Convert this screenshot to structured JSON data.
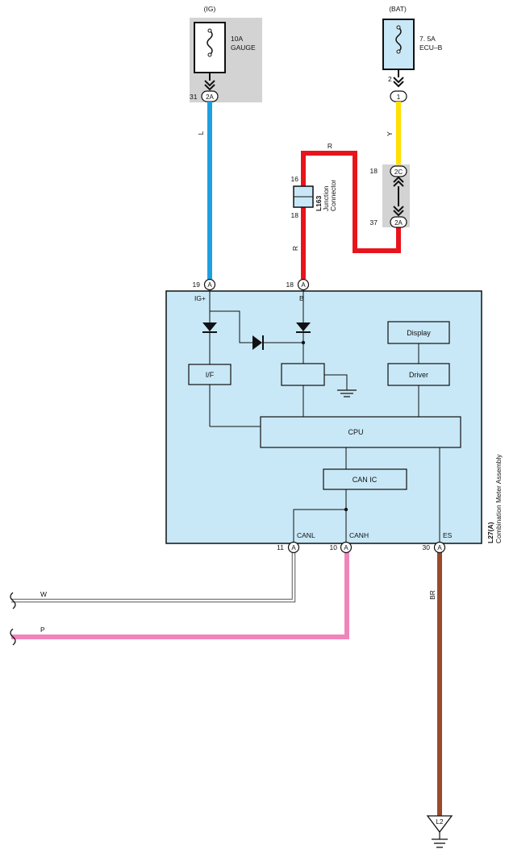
{
  "fuses": {
    "ig": {
      "source": "(IG)",
      "rating": "10A",
      "name": "GAUGE",
      "pin": "31",
      "conn": "2A"
    },
    "bat": {
      "source": "(BAT)",
      "rating": "7. 5A",
      "name": "ECU–B",
      "pin": "2",
      "conn": "1"
    }
  },
  "junction_block": {
    "top_pin": "18",
    "top_conn": "2C",
    "bottom_pin": "37",
    "bottom_conn": "2A"
  },
  "junction_connector": {
    "id": "L163",
    "line1": "Junction",
    "line2": "Connector",
    "pin_top": "16",
    "pin_bottom": "18"
  },
  "meter": {
    "id": "L27(A)",
    "name": "Combination Meter Assembly",
    "pins": {
      "ig": {
        "num": "19",
        "conn": "A",
        "label": "IG+"
      },
      "b": {
        "num": "18",
        "conn": "A",
        "label": "B"
      },
      "canl": {
        "num": "11",
        "conn": "A",
        "label": "CANL"
      },
      "canh": {
        "num": "10",
        "conn": "A",
        "label": "CANH"
      },
      "es": {
        "num": "30",
        "conn": "A",
        "label": "ES"
      }
    },
    "blocks": {
      "if": "I/F",
      "display": "Display",
      "driver": "Driver",
      "cpu": "CPU",
      "canic": "CAN IC"
    }
  },
  "wires": {
    "l": {
      "code": "L",
      "color": "#1ea0e0"
    },
    "y": {
      "code": "Y",
      "color": "#ffe000"
    },
    "r": {
      "code": "R",
      "color": "#e8141c"
    },
    "w": {
      "code": "W",
      "color": "#ffffff"
    },
    "p": {
      "code": "P",
      "color": "#f085bb"
    },
    "br": {
      "code": "BR",
      "color": "#9a4a2a"
    }
  },
  "ground": {
    "label": "L2"
  },
  "colors": {
    "box": "#c8e8f7",
    "junction_box": "#d3d3d3"
  }
}
